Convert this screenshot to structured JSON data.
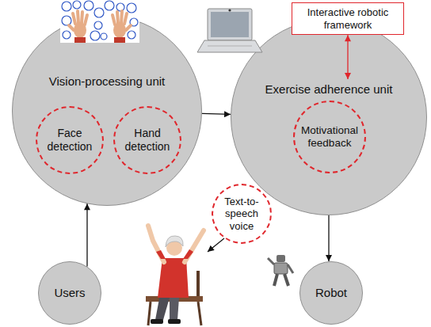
{
  "diagram": {
    "nodes": [
      {
        "text": [
          "Vision-processing unit"
        ]
      },
      {
        "text": [
          "Face detection"
        ],
        "in": 0
      },
      {
        "text": [
          "Hand detection"
        ],
        "in": 0
      },
      {
        "text": [
          "Interactive robotic framework"
        ]
      },
      {
        "text": [
          "Exercise adherence unit"
        ]
      },
      {
        "text": [
          "Motivational feedback"
        ],
        "in": 4
      },
      {
        "text": [
          "Text-to-speech voice"
        ]
      },
      {
        "text": [
          "Users"
        ]
      },
      {
        "text": [
          "Robot"
        ]
      }
    ],
    "edges": [
      {
        "from": 0,
        "to": 4,
        "arrow": "to"
      },
      {
        "from": 3,
        "to": 4,
        "arrow": "both"
      },
      {
        "from": 7,
        "to": 0,
        "arrow": "to"
      },
      {
        "from": 4,
        "to": 8,
        "arrow": "to"
      }
    ]
  }
}
